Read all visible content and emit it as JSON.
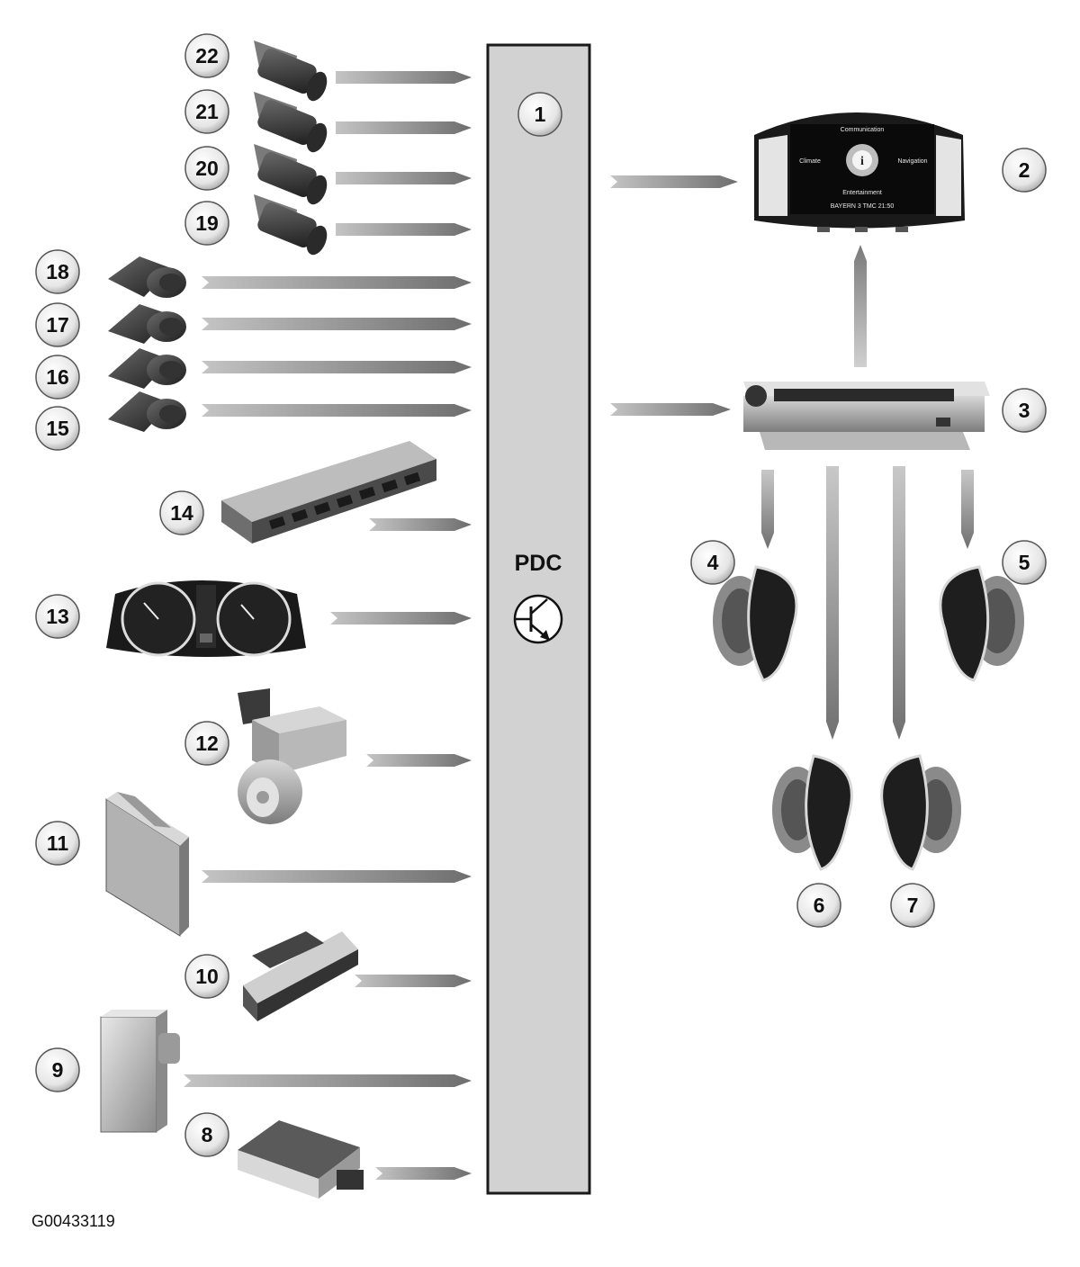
{
  "diagram": {
    "control_unit": {
      "number": "1",
      "label": "PDC"
    },
    "reference_code": "G00433119",
    "display_menu": {
      "top": "Communication",
      "left": "Climate",
      "right": "Navigation",
      "bottom": "Entertainment",
      "status": "BAYERN 3      TMC      21:50"
    },
    "components": [
      {
        "number": "2"
      },
      {
        "number": "3"
      },
      {
        "number": "4"
      },
      {
        "number": "5"
      },
      {
        "number": "6"
      },
      {
        "number": "7"
      },
      {
        "number": "8"
      },
      {
        "number": "9"
      },
      {
        "number": "10"
      },
      {
        "number": "11"
      },
      {
        "number": "12"
      },
      {
        "number": "13"
      },
      {
        "number": "14"
      },
      {
        "number": "15"
      },
      {
        "number": "16"
      },
      {
        "number": "17"
      },
      {
        "number": "18"
      },
      {
        "number": "19"
      },
      {
        "number": "20"
      },
      {
        "number": "21"
      },
      {
        "number": "22"
      }
    ]
  }
}
